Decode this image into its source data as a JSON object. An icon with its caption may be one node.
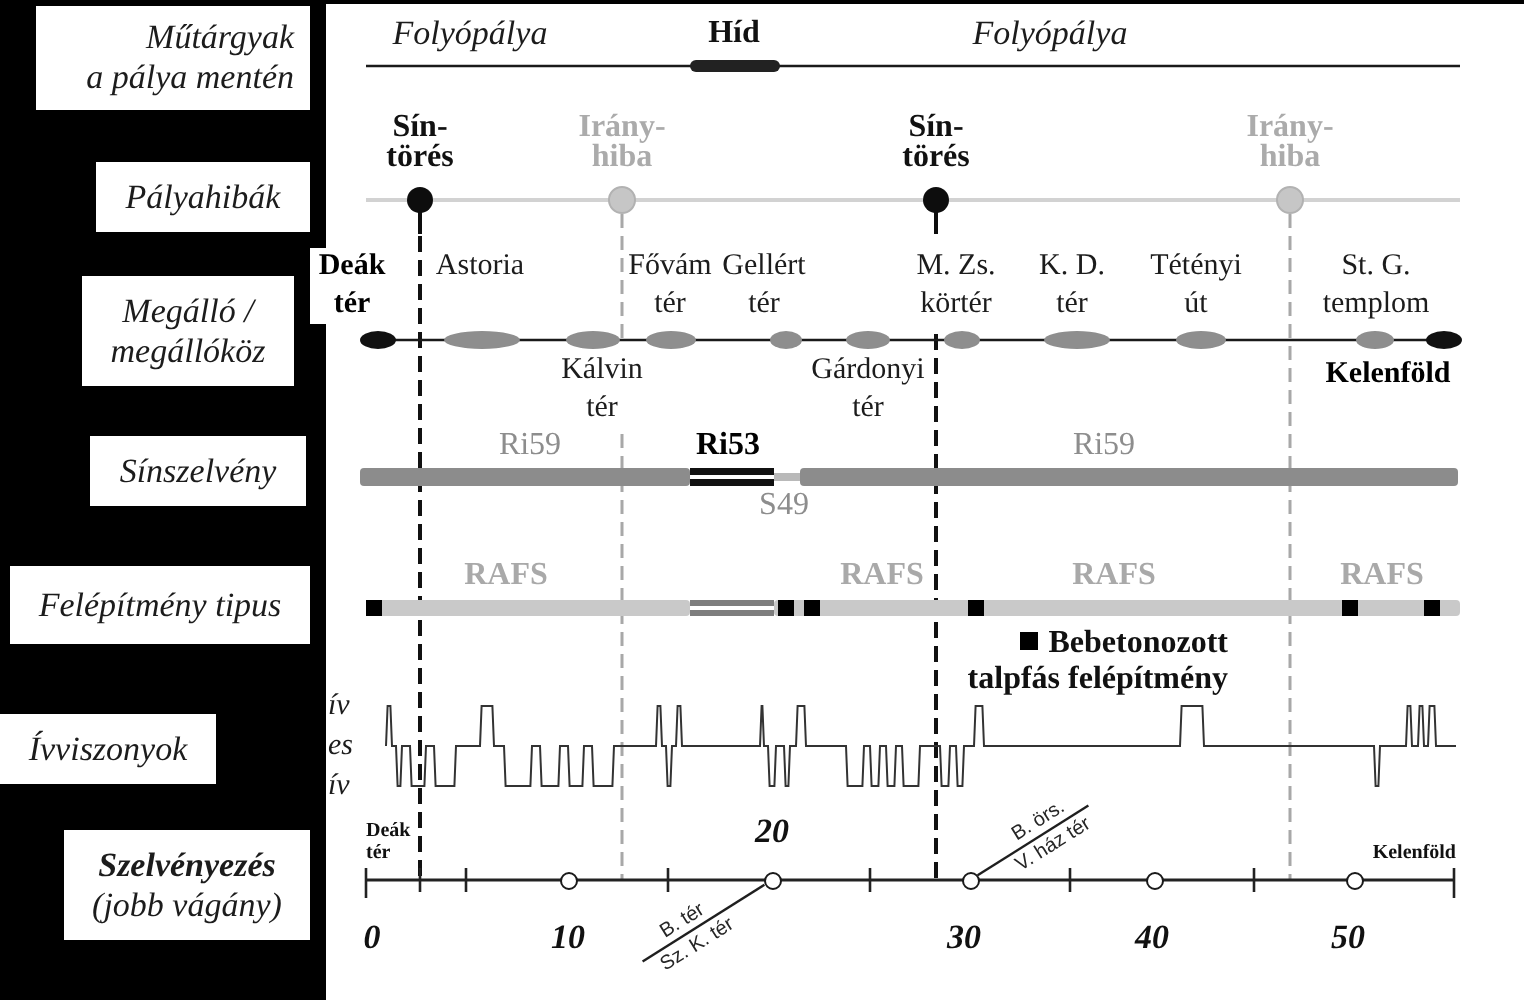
{
  "diagram": {
    "nodes": [
      {
        "text": [
          "Műtárgyak a pálya mentén"
        ]
      },
      {
        "text": [
          "Pályahibák"
        ]
      },
      {
        "text": [
          "Megálló / megállóköz"
        ]
      },
      {
        "text": [
          "Sínszelvény"
        ]
      },
      {
        "text": [
          "Felépítmény tipus"
        ]
      },
      {
        "text": [
          "Ívviszonyok"
        ]
      },
      {
        "text": [
          "Szelvényezés",
          "(jobb vágány)"
        ]
      },
      {
        "text": [
          "B. tér",
          "Sz. K. tér"
        ]
      },
      {
        "text": [],
        "shape": "circle"
      },
      {
        "text": [],
        "shape": "circle"
      },
      {
        "text": [
          "B. örs.",
          "V. ház tér"
        ]
      }
    ],
    "edges": [
      {
        "from": 7,
        "to": 8,
        "arrow": "none"
      },
      {
        "from": 10,
        "to": 9,
        "arrow": "none"
      }
    ],
    "labels": [
      "Folyópálya",
      "Híd",
      "Folyópálya",
      "Sín- törés",
      "Irány- hiba",
      "Sín- törés",
      "Irány- hiba",
      "Deák tér",
      "Astoria",
      "Fővám tér",
      "Gellért tér",
      "M. Zs. körtér",
      "K. D. tér",
      "Tétényi út",
      "St. G. templom",
      "Kálvin tér",
      "Gárdonyi tér",
      "Kelenföld",
      "Ri59",
      "Ri53",
      "Ri59",
      "S49",
      "RAFS",
      "RAFS",
      "RAFS",
      "RAFS",
      "ív",
      "es",
      "ív",
      "Deák tér",
      "20",
      "Kelenföld",
      "0",
      "10",
      "30",
      "40",
      "50"
    ],
    "legend": [
      {
        "text": "Bebetonozott talpfás felépítmény",
        "color": "#000000"
      }
    ]
  }
}
